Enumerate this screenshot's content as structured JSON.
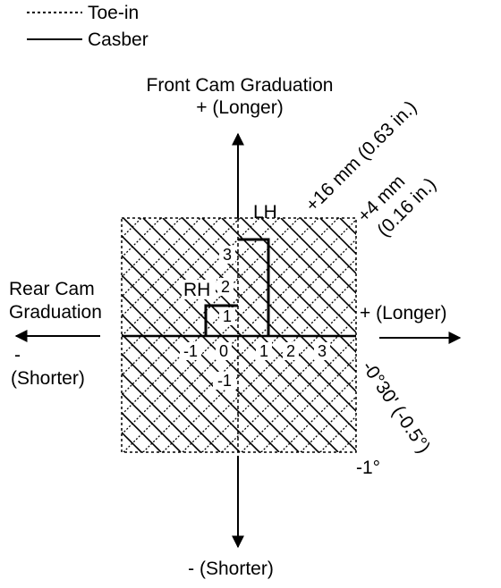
{
  "legend": {
    "items": [
      {
        "style": "dotted",
        "label": "Toe-in"
      },
      {
        "style": "solid",
        "label": "Casber"
      }
    ]
  },
  "front_cam": {
    "title": "Front Cam Graduation",
    "positive": "+ (Longer)",
    "negative": "- (Shorter)"
  },
  "rear_cam": {
    "title_line1": "Rear Cam",
    "title_line2": "Graduation",
    "positive": "+ (Longer)",
    "negative_sign": "-",
    "negative": "(Shorter)"
  },
  "diagonal_labels": {
    "toe_16": "+16 mm (0.63 in.)",
    "toe_4_line1": "+4 mm",
    "toe_4_line2": "(0.16 in.)",
    "camber_line1": "-0°30' (-0.5°)",
    "camber_line2": "-1°"
  },
  "markers": {
    "lh": "LH",
    "rh": "RH"
  },
  "x_ticks": [
    "-1",
    "0",
    "1",
    "2",
    "3"
  ],
  "y_ticks": [
    "3",
    "2",
    "1",
    "-1"
  ],
  "colors": {
    "ink": "#000000",
    "background": "#ffffff"
  }
}
